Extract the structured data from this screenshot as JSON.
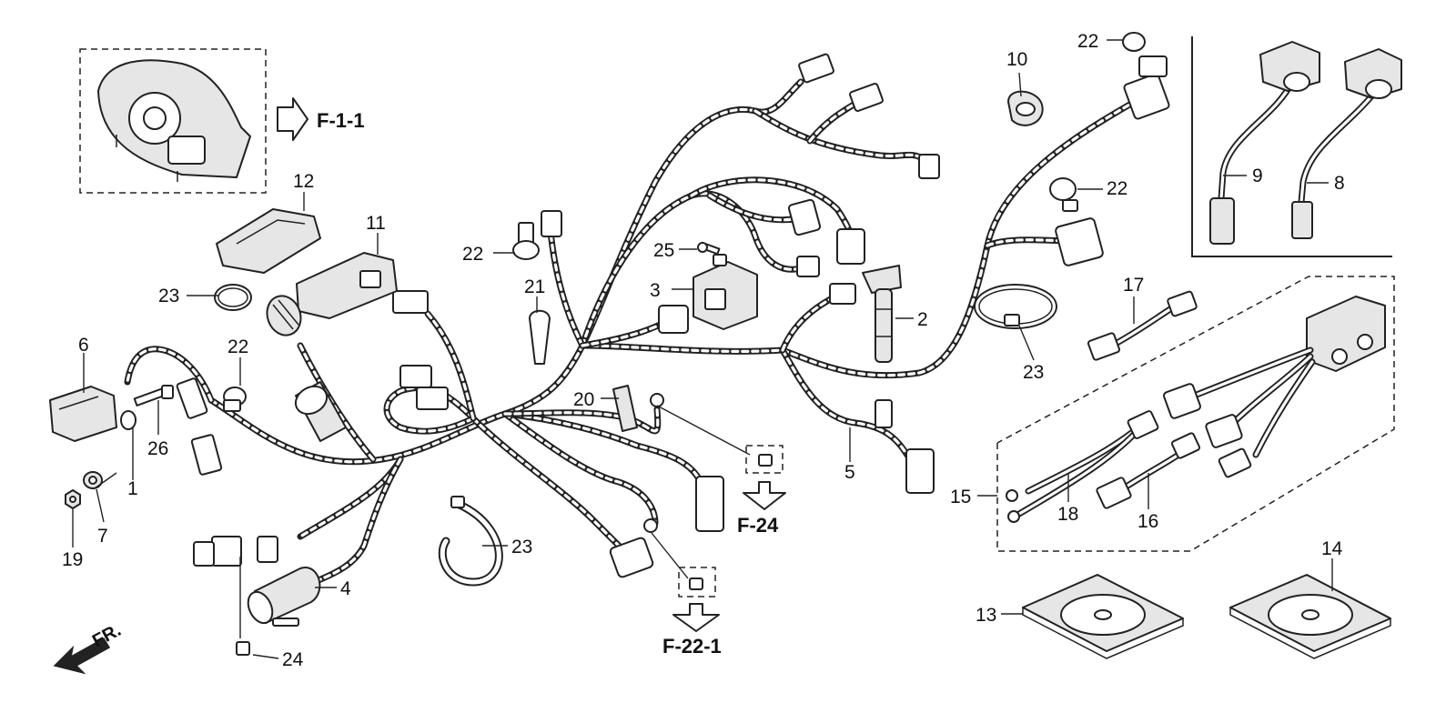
{
  "callouts": {
    "p1": "1",
    "p2": "2",
    "p3": "3",
    "p4": "4",
    "p5": "5",
    "p6": "6",
    "p7": "7",
    "p8": "8",
    "p9": "9",
    "p10": "10",
    "p11": "11",
    "p12": "12",
    "p13": "13",
    "p14": "14",
    "p15": "15",
    "p16": "16",
    "p17": "17",
    "p18": "18",
    "p19": "19",
    "p20": "20",
    "p21": "21",
    "p22a": "22",
    "p22b": "22",
    "p22c": "22",
    "p22d": "22",
    "p23a": "23",
    "p23b": "23",
    "p23c": "23",
    "p24": "24",
    "p25": "25",
    "p26": "26"
  },
  "references": {
    "meter": "F-1-1",
    "frame_ground": "F-24",
    "engine_ground": "F-22-1"
  },
  "direction": {
    "label": "FR."
  }
}
